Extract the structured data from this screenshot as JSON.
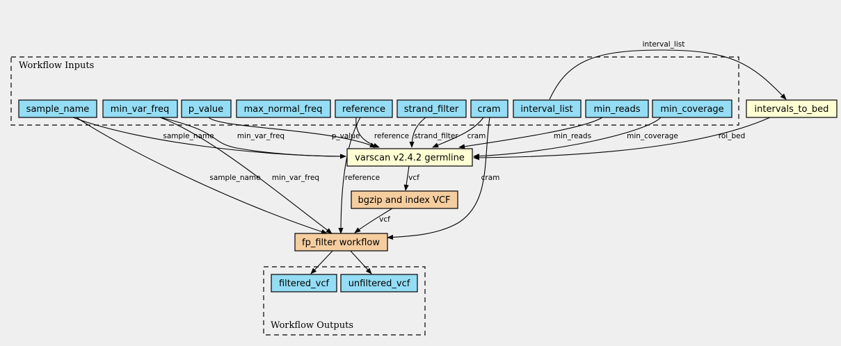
{
  "clusters": {
    "inputs": {
      "label": "Workflow Inputs"
    },
    "outputs": {
      "label": "Workflow Outputs"
    }
  },
  "colors": {
    "background": "#efefef",
    "io_node": "#94ddf4",
    "tool_node": "#ffffd4",
    "subworkflow_node": "#f5cd9f",
    "stroke": "#000000"
  },
  "nodes": {
    "sample_name": "sample_name",
    "min_var_freq": "min_var_freq",
    "p_value": "p_value",
    "max_normal_freq": "max_normal_freq",
    "reference": "reference",
    "strand_filter": "strand_filter",
    "cram": "cram",
    "interval_list": "interval_list",
    "min_reads": "min_reads",
    "min_coverage": "min_coverage",
    "intervals_to_bed": "intervals_to_bed",
    "varscan": "varscan v2.4.2 germline",
    "bgzip": "bgzip and index VCF",
    "fp_filter": "fp_filter workflow",
    "filtered_vcf": "filtered_vcf",
    "unfiltered_vcf": "unfiltered_vcf"
  },
  "edges": {
    "interval_list_to_bed": "interval_list",
    "sample_name_to_varscan": "sample_name",
    "min_var_freq_to_varscan": "min_var_freq",
    "p_value_to_varscan": "p_value",
    "reference_to_varscan": "reference",
    "strand_filter_to_varscan": "strand_filter",
    "cram_to_varscan": "cram",
    "min_reads_to_varscan": "min_reads",
    "min_coverage_to_varscan": "min_coverage",
    "roi_bed_to_varscan": "roi_bed",
    "sample_name_to_fp": "sample_name",
    "min_var_freq_to_fp": "min_var_freq",
    "reference_to_fp": "reference",
    "cram_to_fp": "cram",
    "vcf_to_bgzip": "vcf",
    "vcf_to_fp": "vcf"
  }
}
